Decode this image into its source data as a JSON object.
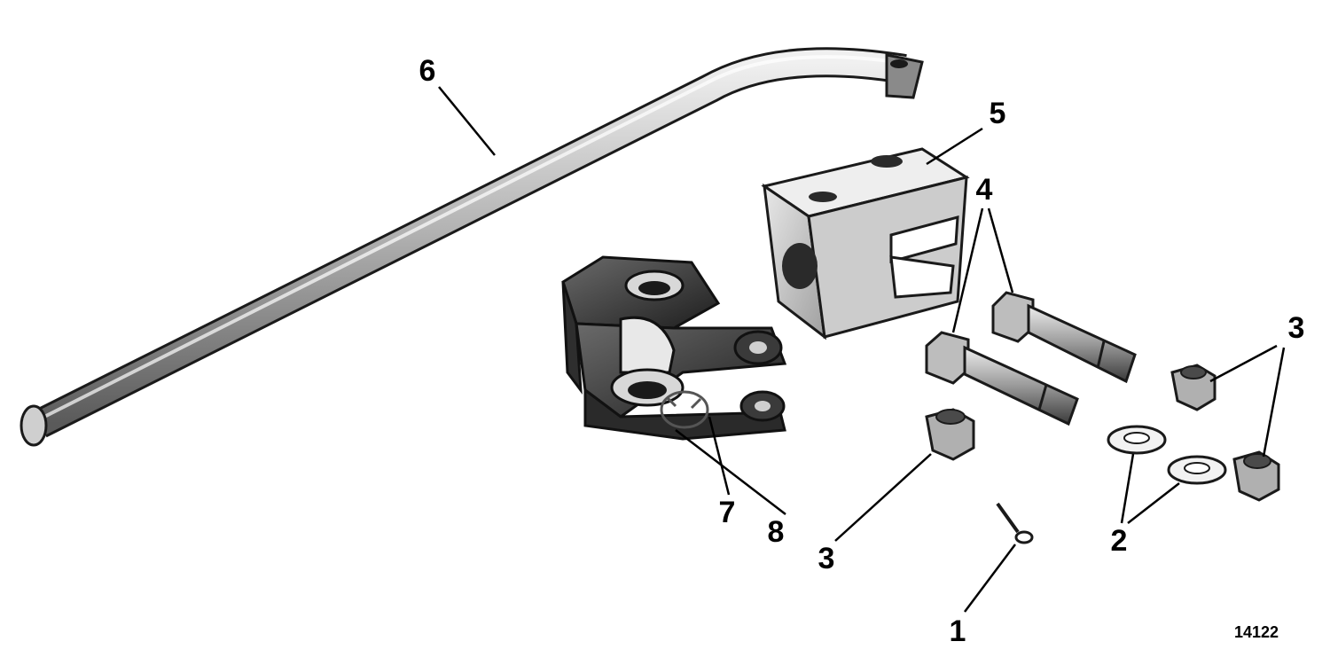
{
  "callouts": {
    "c1": "1",
    "c2": "2",
    "c3a": "3",
    "c3b": "3",
    "c4": "4",
    "c5": "5",
    "c6": "6",
    "c7": "7",
    "c8": "8"
  },
  "figure_number": "14122",
  "colors": {
    "ink": "#000000",
    "metal_light": "#d9d9d9",
    "metal_mid": "#a8a8a8",
    "metal_dark": "#3a3a3a"
  }
}
